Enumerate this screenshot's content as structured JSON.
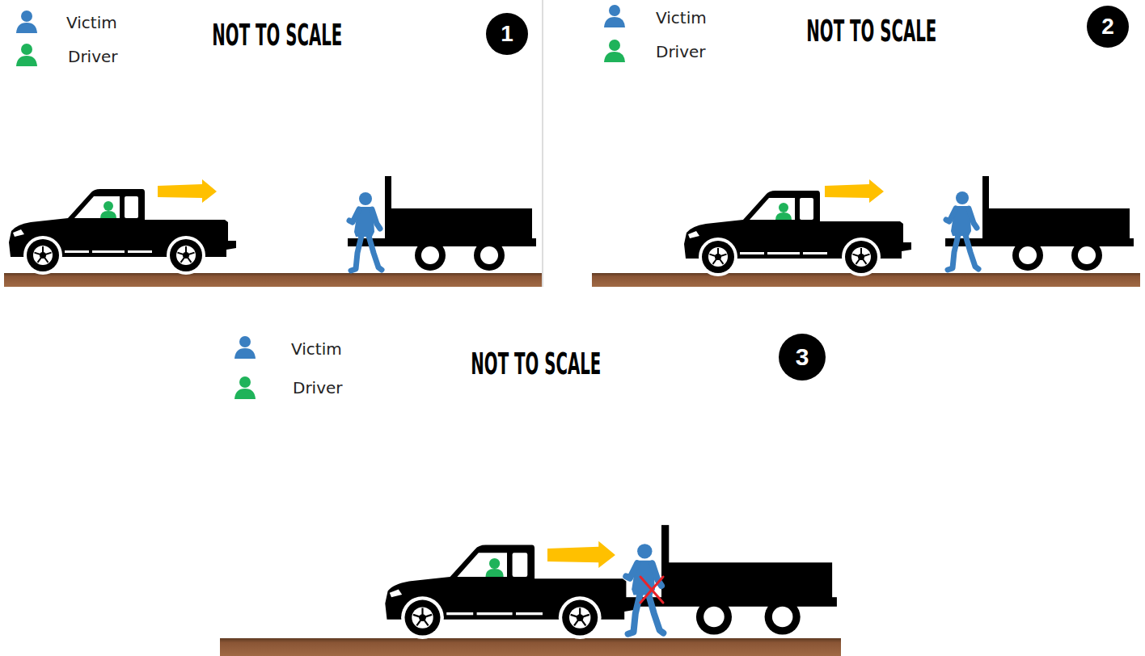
{
  "diagram": {
    "nodes": [
      {
        "text": [
          "1"
        ]
      },
      {
        "text": [
          "2"
        ]
      },
      {
        "text": [
          "3"
        ]
      }
    ],
    "labels": [
      "NOT TO SCALE",
      "NOT TO SCALE",
      "NOT TO SCALE"
    ],
    "legend": [
      {
        "text": "Victim",
        "color": "#3a7fc1"
      },
      {
        "text": "Driver",
        "color": "#1fb35a"
      },
      {
        "text": "Victim",
        "color": "#3a7fc1"
      },
      {
        "text": "Driver",
        "color": "#1fb35a"
      },
      {
        "text": "Victim",
        "color": "#3a7fc1"
      },
      {
        "text": "Driver",
        "color": "#1fb35a"
      }
    ]
  }
}
